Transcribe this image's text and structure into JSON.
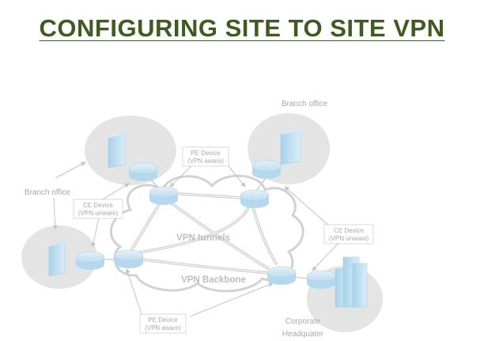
{
  "title": "CONFIGURING SITE TO SITE VPN",
  "labels": {
    "branch_office_top": "Branch office",
    "branch_office_left": "Branch office",
    "pe_device_top_line1": "PE Device",
    "pe_device_top_line2": "(VPN aware)",
    "ce_device_left_line1": "CE Device",
    "ce_device_left_line2": "(VPN unware)",
    "ce_device_right_line1": "CE Device",
    "ce_device_right_line2": "(VPN unware)",
    "pe_device_bottom_line1": "PE Device",
    "pe_device_bottom_line2": "(VPN aware)",
    "vpn_tunnels": "VPN tunnels",
    "vpn_backbone": "VPN Backbone",
    "corporate_line1": "Corporate",
    "corporate_line2": "Headquater"
  },
  "icons": [
    "server-icon",
    "router-icon",
    "building-icon",
    "network-cloud-icon"
  ],
  "colors": {
    "title": "#3e5b22",
    "site_fill": "#e4e4e4",
    "router_fill": "#c6e3f2",
    "server_fill": "#bfdff0",
    "label_text": "#a9a9a9",
    "line": "#c8c8c8"
  }
}
